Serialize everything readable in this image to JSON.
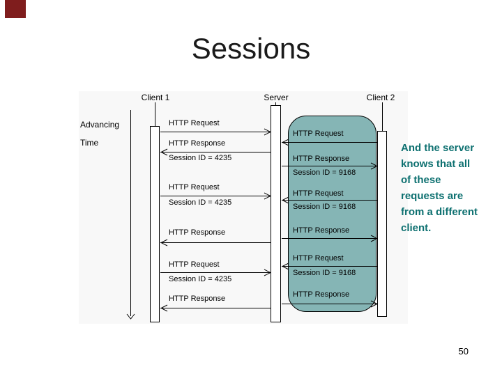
{
  "slide": {
    "title": "Sessions",
    "page_number": "50",
    "accent_color": "#7f1d1d",
    "scope_box_color": "#85b5b5",
    "annotation_color": "#0d7070"
  },
  "diagram": {
    "actors": [
      {
        "name": "Client 1"
      },
      {
        "name": "Server"
      },
      {
        "name": "Client 2"
      }
    ],
    "time_label_line1": "Advancing",
    "time_label_line2": "Time",
    "left_messages": [
      {
        "label": "HTTP Request",
        "direction": "right"
      },
      {
        "label": "HTTP Response",
        "session": "Session ID = 4235",
        "direction": "left"
      },
      {
        "label": "HTTP Request",
        "session": "Session ID = 4235",
        "direction": "right"
      },
      {
        "label": "HTTP Response",
        "direction": "left"
      },
      {
        "label": "HTTP Request",
        "session": "Session ID = 4235",
        "direction": "right"
      },
      {
        "label": "HTTP Response",
        "direction": "left"
      }
    ],
    "right_messages": [
      {
        "label": "HTTP Request",
        "direction": "left"
      },
      {
        "label": "HTTP Response",
        "session": "Session ID = 9168",
        "direction": "right"
      },
      {
        "label": "HTTP Request",
        "session": "Session ID = 9168",
        "direction": "left"
      },
      {
        "label": "HTTP Response",
        "direction": "right"
      },
      {
        "label": "HTTP Request",
        "session": "Session ID = 9168",
        "direction": "left"
      },
      {
        "label": "HTTP Response",
        "direction": "right"
      }
    ]
  },
  "annotation": {
    "lines": [
      "And the server",
      "knows that all",
      "of these",
      "requests are",
      "from a different",
      "client."
    ]
  }
}
